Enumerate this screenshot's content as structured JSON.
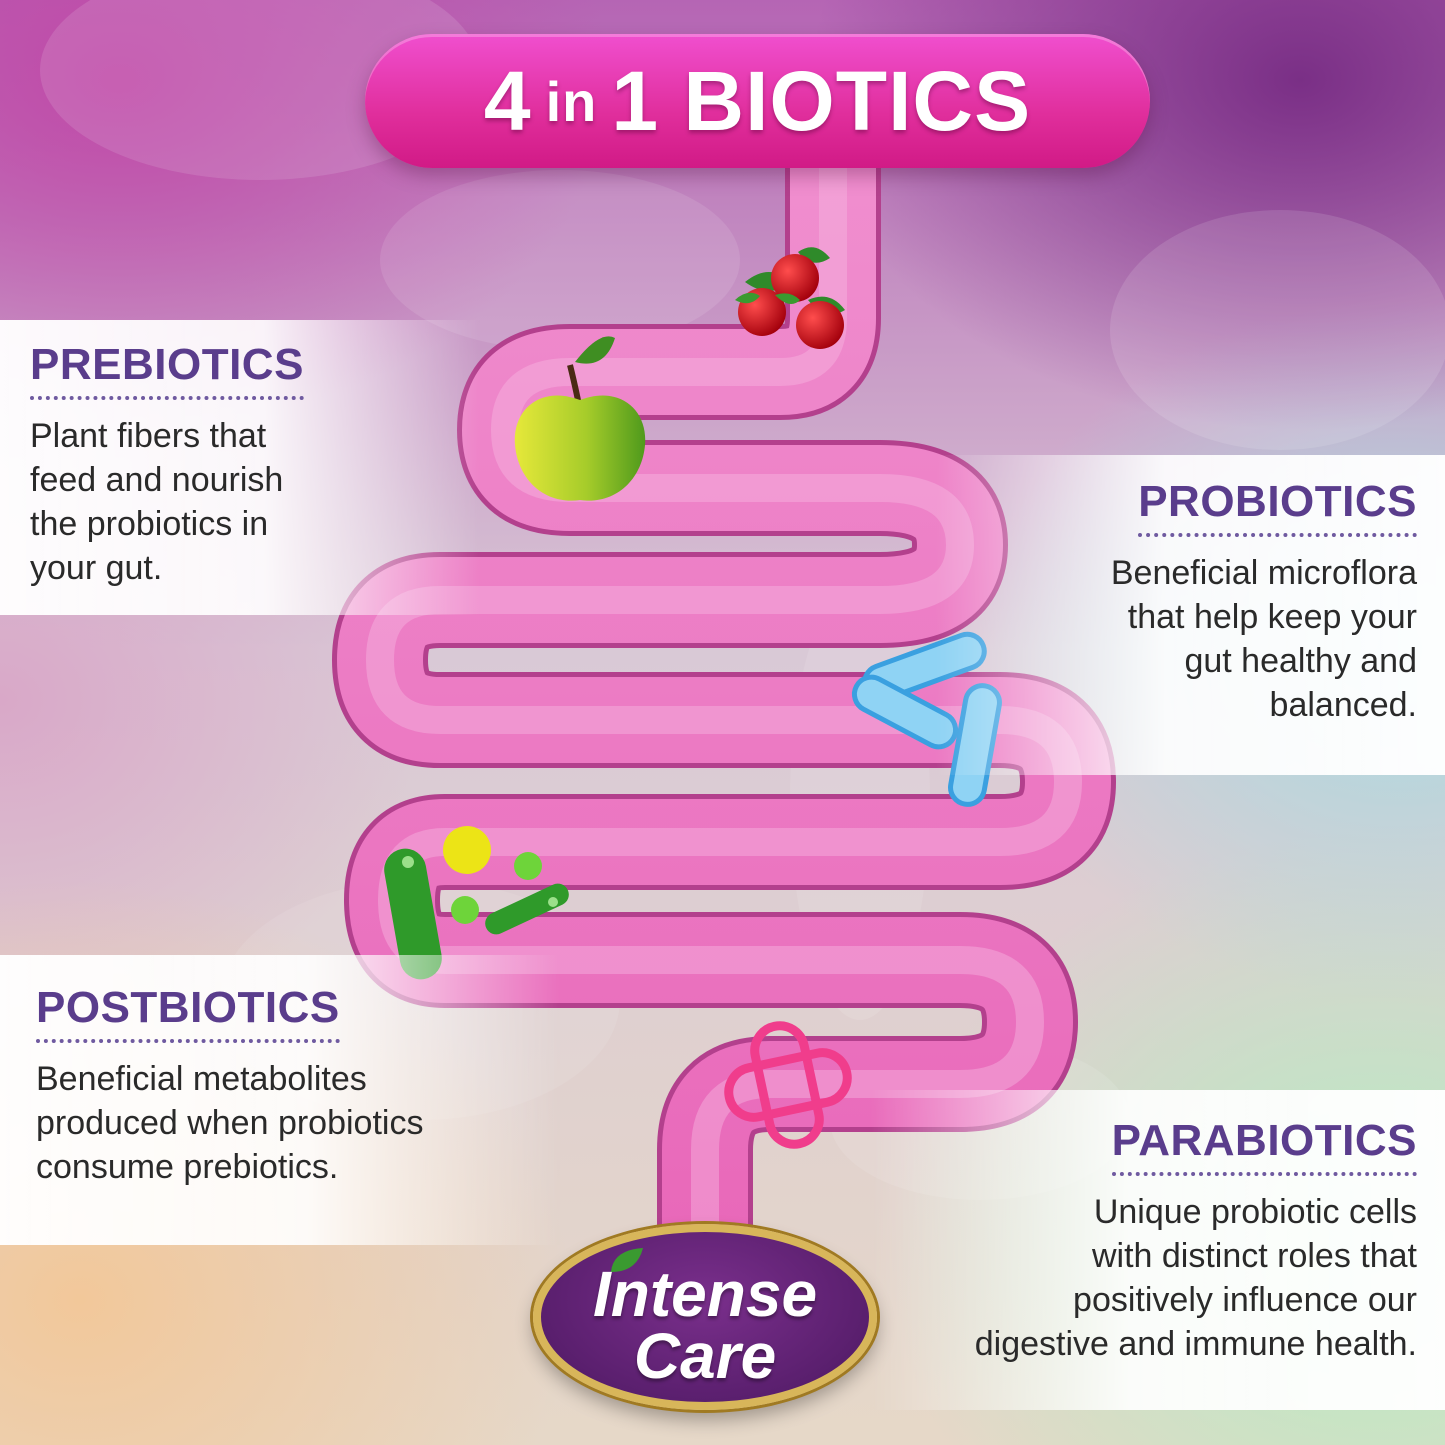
{
  "title": {
    "prefix": "4",
    "middle": "in",
    "suffix": "1 BIOTICS"
  },
  "sections": {
    "prebiotics": {
      "heading": "PREBIOTICS",
      "lines": [
        "Plant fibers that",
        "feed and nourish",
        "the probiotics in",
        "your gut."
      ]
    },
    "probiotics": {
      "heading": "PROBIOTICS",
      "lines": [
        "Beneficial microflora",
        "that help keep your",
        "gut healthy and",
        "balanced."
      ]
    },
    "postbiotics": {
      "heading": "POSTBIOTICS",
      "lines": [
        "Beneficial metabolites",
        "produced when probiotics",
        "consume prebiotics."
      ]
    },
    "parabiotics": {
      "heading": "PARABIOTICS",
      "lines": [
        "Unique probiotic cells",
        "with distinct roles that",
        "positively influence our",
        "digestive and immune health."
      ]
    }
  },
  "brand": {
    "line1": "Intense",
    "line2": "Care"
  },
  "icons": {
    "cranberries": "cranberries-icon",
    "apple": "apple-icon",
    "probiotic_bacteria": "blue-bacteria-icon",
    "postbiotic_bacteria": "green-bacteria-icon",
    "parabiotic_cells": "pink-cells-icon",
    "brand_leaf": "leaf-icon"
  },
  "colors": {
    "title_pill": "#e02e9c",
    "intestine": "#ef7cc4",
    "heading": "#5a3d8c",
    "brand_bg": "#5a1f6e",
    "brand_border": "#d8b65a"
  }
}
